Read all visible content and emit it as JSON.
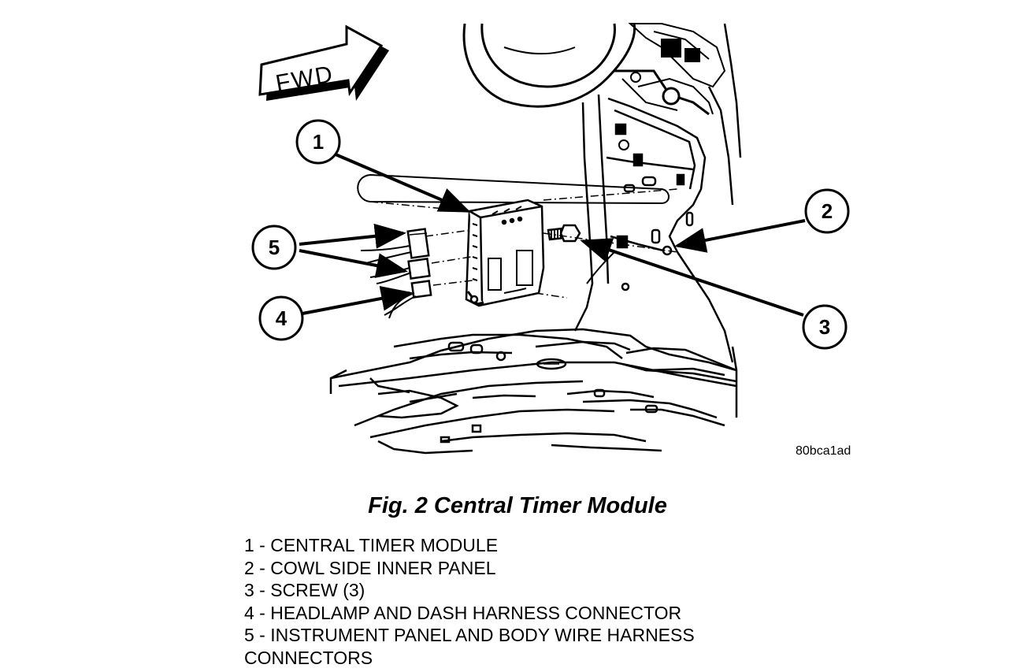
{
  "fwd_label": "FWD",
  "figure_id": "80bca1ad",
  "caption": "Fig. 2 Central Timer Module",
  "callouts": [
    "1",
    "2",
    "3",
    "4",
    "5"
  ],
  "legend": [
    "1 - CENTRAL TIMER MODULE",
    "2 - COWL SIDE INNER PANEL",
    "3 - SCREW (3)",
    "4 - HEADLAMP AND DASH HARNESS CONNECTOR",
    "5 - INSTRUMENT PANEL AND BODY WIRE HARNESS CONNECTORS"
  ]
}
